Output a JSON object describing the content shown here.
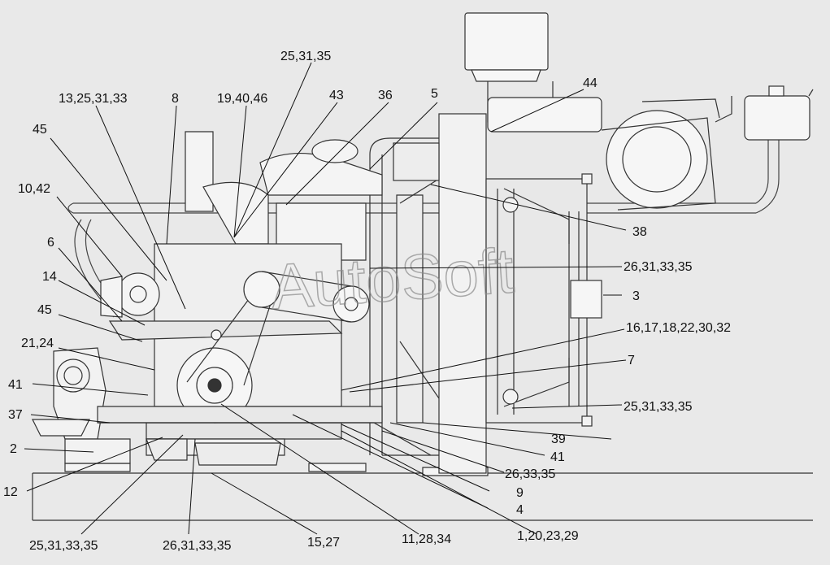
{
  "watermark": "AutoSoft",
  "callouts": [
    {
      "id": "c-25-31-35-top",
      "text": "25,31,35"
    },
    {
      "id": "c-13-25-31-33",
      "text": "13,25,31,33"
    },
    {
      "id": "c-8",
      "text": "8"
    },
    {
      "id": "c-19-40-46",
      "text": "19,40,46"
    },
    {
      "id": "c-43",
      "text": "43"
    },
    {
      "id": "c-36",
      "text": "36"
    },
    {
      "id": "c-5",
      "text": "5"
    },
    {
      "id": "c-44",
      "text": "44"
    },
    {
      "id": "c-45-top",
      "text": "45"
    },
    {
      "id": "c-10-42",
      "text": "10,42"
    },
    {
      "id": "c-6",
      "text": "6"
    },
    {
      "id": "c-14",
      "text": "14"
    },
    {
      "id": "c-45-mid",
      "text": "45"
    },
    {
      "id": "c-21-24",
      "text": "21,24"
    },
    {
      "id": "c-41-left",
      "text": "41"
    },
    {
      "id": "c-37",
      "text": "37"
    },
    {
      "id": "c-2",
      "text": "2"
    },
    {
      "id": "c-12",
      "text": "12"
    },
    {
      "id": "c-38",
      "text": "38"
    },
    {
      "id": "c-26-31-33-35-right",
      "text": "26,31,33,35"
    },
    {
      "id": "c-3",
      "text": "3"
    },
    {
      "id": "c-16-17-18-22-30-32",
      "text": "16,17,18,22,30,32"
    },
    {
      "id": "c-7",
      "text": "7"
    },
    {
      "id": "c-25-31-33-35-right",
      "text": "25,31,33,35"
    },
    {
      "id": "c-39",
      "text": "39"
    },
    {
      "id": "c-41-right",
      "text": "41"
    },
    {
      "id": "c-26-33-35",
      "text": "26,33,35"
    },
    {
      "id": "c-9",
      "text": "9"
    },
    {
      "id": "c-4",
      "text": "4"
    },
    {
      "id": "c-25-31-33-35-bottom",
      "text": "25,31,33,35"
    },
    {
      "id": "c-26-31-33-35-bottom",
      "text": "26,31,33,35"
    },
    {
      "id": "c-15-27",
      "text": "15,27"
    },
    {
      "id": "c-11-28-34",
      "text": "11,28,34"
    },
    {
      "id": "c-1-20-23-29",
      "text": "1,20,23,29"
    }
  ]
}
